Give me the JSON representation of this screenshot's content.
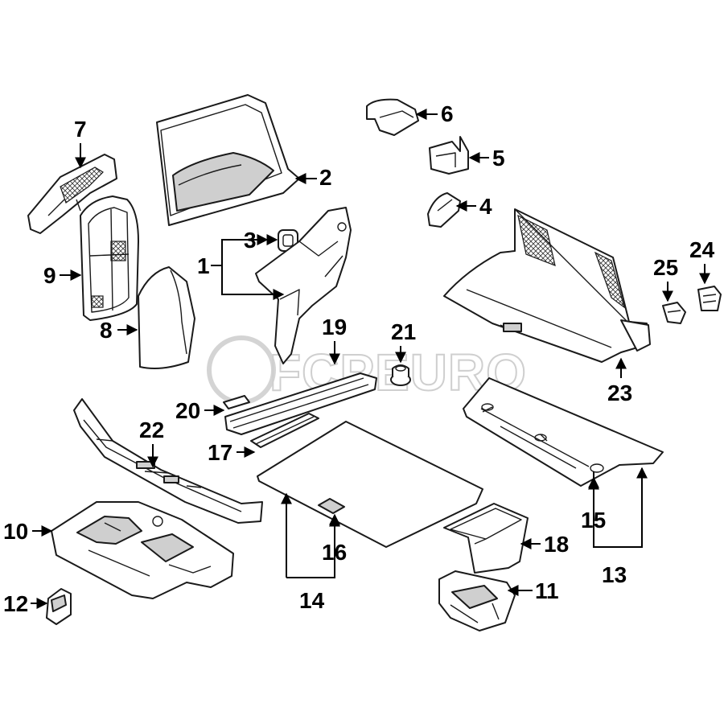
{
  "watermark": {
    "text": "FCPEURO"
  },
  "callouts": {
    "c1": "1",
    "c2": "2",
    "c3": "3",
    "c4": "4",
    "c5": "5",
    "c6": "6",
    "c7": "7",
    "c8": "8",
    "c9": "9",
    "c10": "10",
    "c11": "11",
    "c12": "12",
    "c13": "13",
    "c14": "14",
    "c15": "15",
    "c16": "16",
    "c17": "17",
    "c18": "18",
    "c19": "19",
    "c20": "20",
    "c21": "21",
    "c22": "22",
    "c23": "23",
    "c24": "24",
    "c25": "25"
  }
}
